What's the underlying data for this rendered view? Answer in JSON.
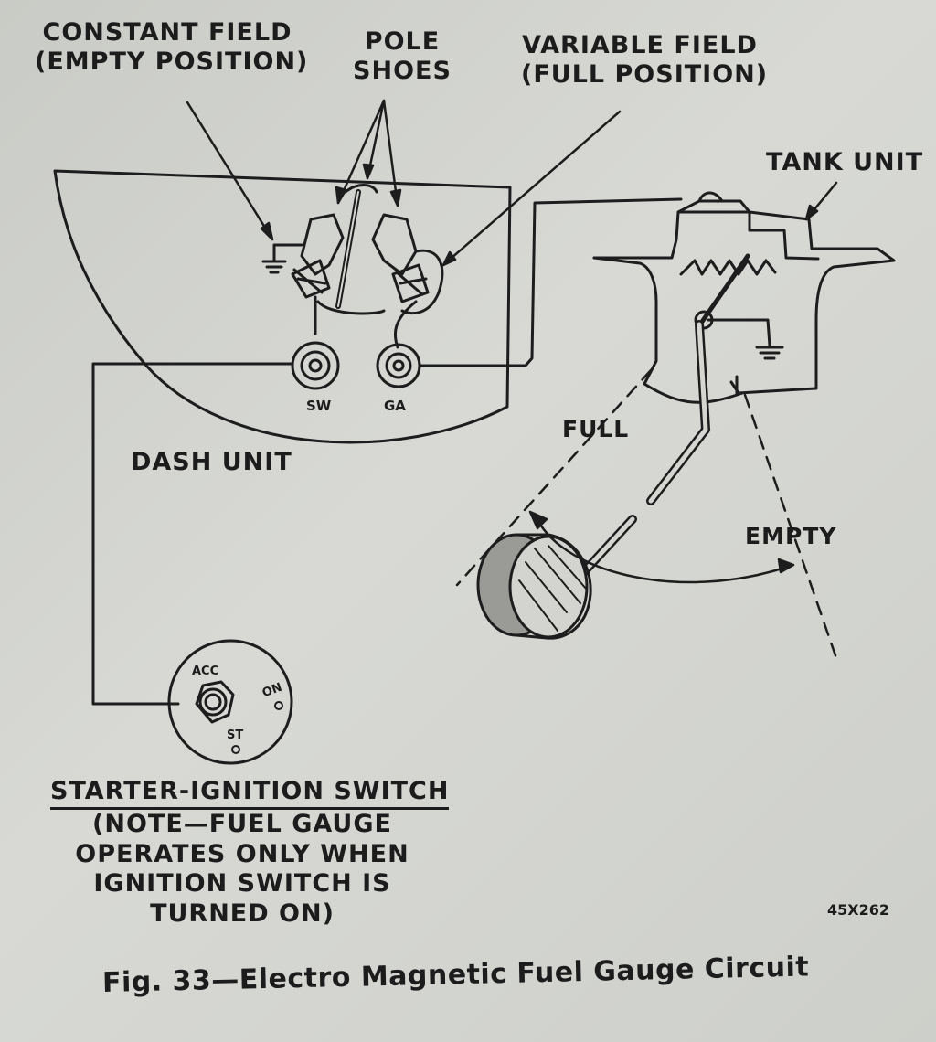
{
  "labels": {
    "constant_field_1": "CONSTANT FIELD",
    "constant_field_2": "(EMPTY POSITION)",
    "pole_shoes_1": "POLE",
    "pole_shoes_2": "SHOES",
    "variable_field_1": "VARIABLE FIELD",
    "variable_field_2": "(FULL POSITION)",
    "tank_unit": "TANK UNIT",
    "dash_unit": "DASH UNIT",
    "sw": "SW",
    "ga": "GA",
    "full": "FULL",
    "empty": "EMPTY",
    "acc": "ACC",
    "on": "ON",
    "st": "ST",
    "switch_title": "STARTER-IGNITION SWITCH",
    "note_1": "(NOTE—FUEL GAUGE",
    "note_2": "OPERATES ONLY WHEN",
    "note_3": "IGNITION SWITCH IS",
    "note_4": "TURNED ON)",
    "code": "45X262"
  },
  "caption": "Fig. 33—Electro Magnetic Fuel Gauge Circuit"
}
